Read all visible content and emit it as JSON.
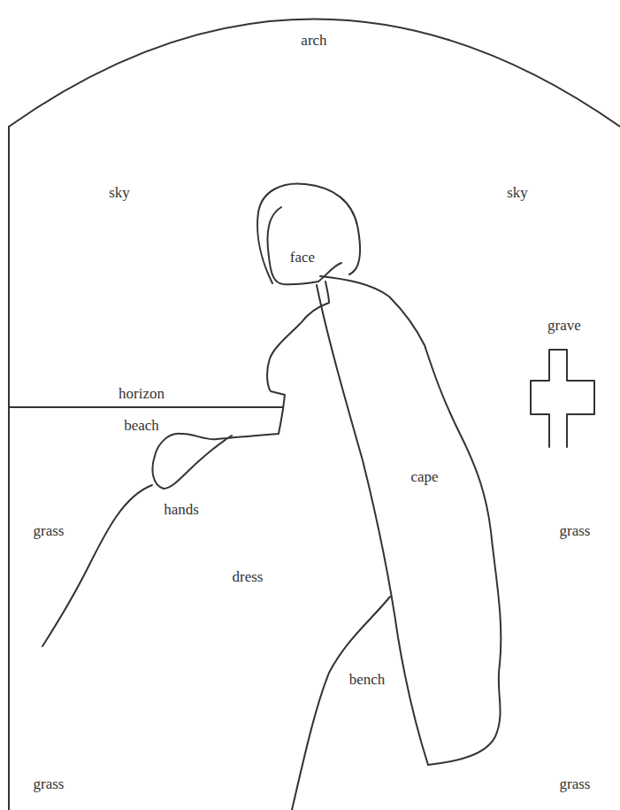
{
  "diagram": {
    "labels": [
      "arch",
      "sky",
      "sky",
      "face",
      "grave",
      "horizon",
      "beach",
      "cape",
      "hands",
      "grass",
      "grass",
      "dress",
      "bench",
      "grass",
      "grass"
    ]
  }
}
